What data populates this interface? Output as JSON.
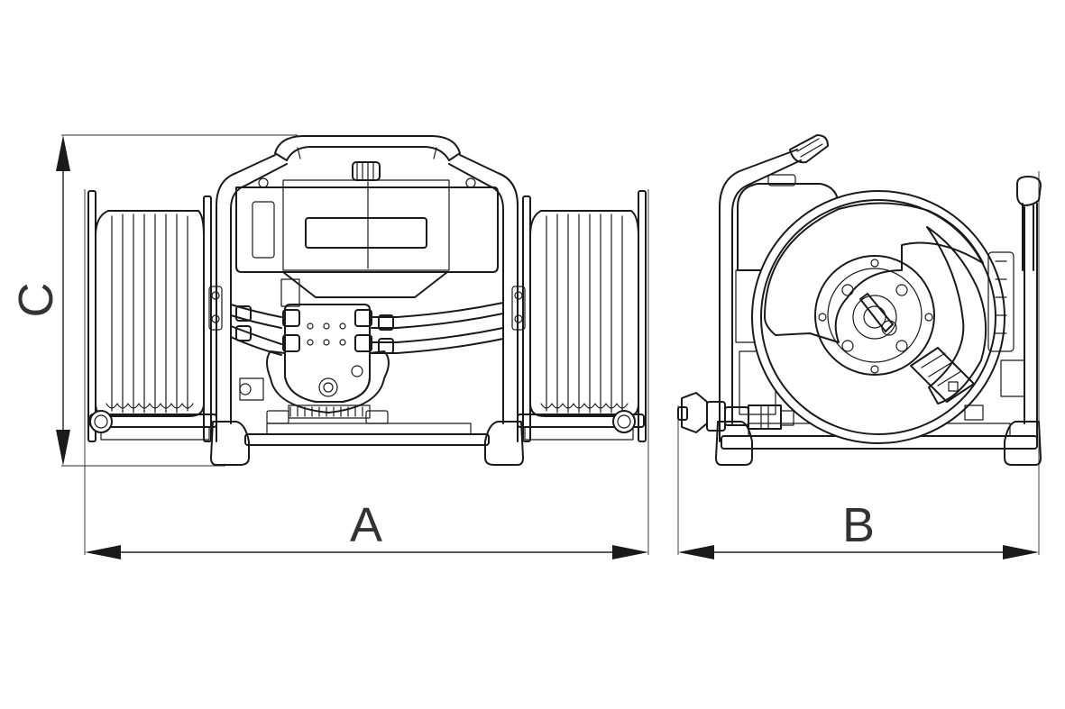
{
  "dimensions": {
    "width_label": "A",
    "depth_label": "B",
    "height_label": "C"
  },
  "colors": {
    "line": "#1a1a1a",
    "background": "#ffffff"
  }
}
